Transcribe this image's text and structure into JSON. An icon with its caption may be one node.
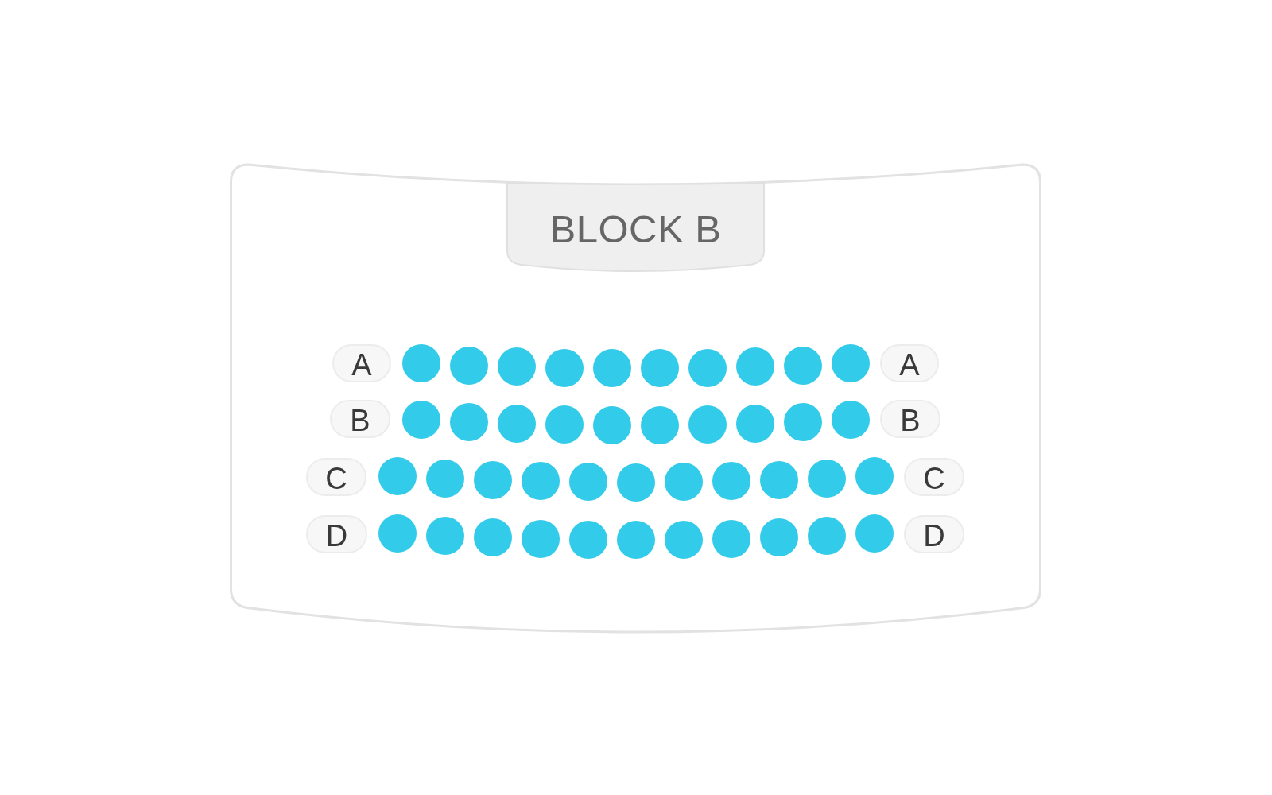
{
  "diagram": {
    "nodes": [
      {
        "text": [],
        "shape": "box"
      },
      {
        "text": [
          "BLOCK B"
        ],
        "in": 0
      },
      {
        "text": [
          "A"
        ],
        "in": 0
      },
      {
        "text": [
          "A"
        ],
        "in": 0
      },
      {
        "text": [
          "B"
        ],
        "in": 0
      },
      {
        "text": [
          "B"
        ],
        "in": 0
      },
      {
        "text": [
          "C"
        ],
        "in": 0
      },
      {
        "text": [
          "C"
        ],
        "in": 0
      },
      {
        "text": [
          "D"
        ],
        "in": 0
      },
      {
        "text": [
          "D"
        ],
        "in": 0
      }
    ]
  }
}
